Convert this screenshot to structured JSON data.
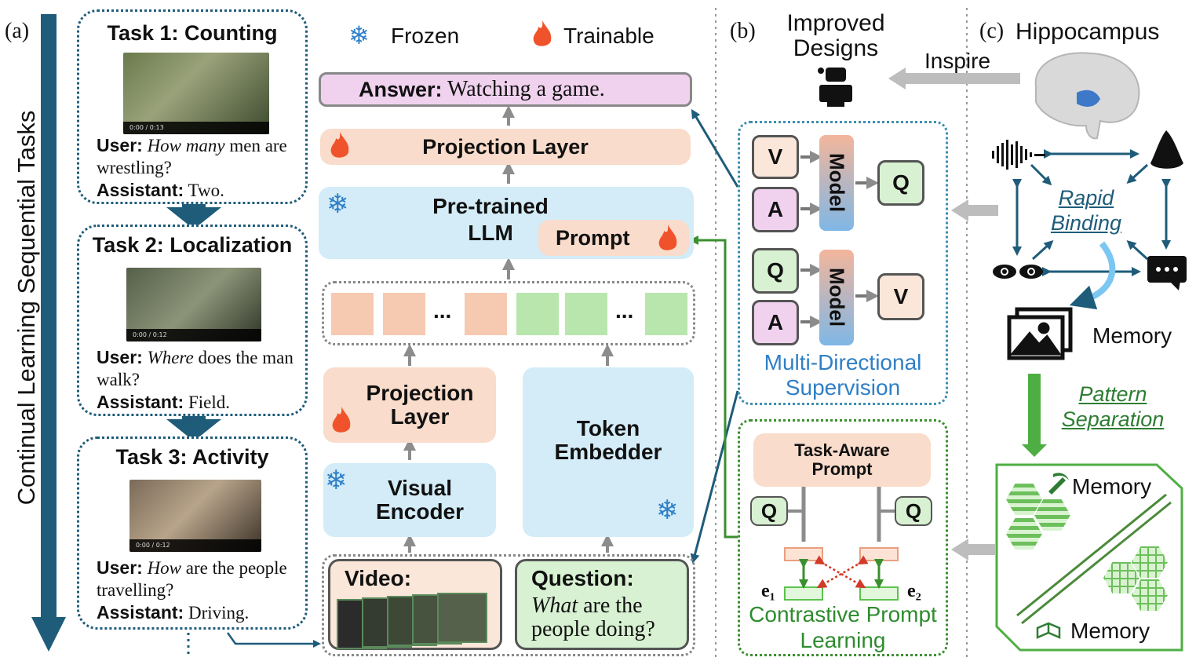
{
  "labels": {
    "a": "(a)",
    "b": "(b)",
    "c": "(c)"
  },
  "sidebar": {
    "title": "Continual Learning Sequential Tasks"
  },
  "tasks": [
    {
      "title": "Task 1: Counting",
      "timestamp": "0:00 / 0:13",
      "user_label": "User:",
      "user_em": "How many",
      "user_rest": " men are wrestling?",
      "assistant_label": "Assistant:",
      "assistant_text": " Two."
    },
    {
      "title": "Task 2: Localization",
      "timestamp": "0:00 / 0:12",
      "user_label": "User:",
      "user_em": "Where",
      "user_rest": " does the man walk?",
      "assistant_label": "Assistant:",
      "assistant_text": " Field."
    },
    {
      "title": "Task 3: Activity",
      "timestamp": "0:00 / 0:12",
      "user_label": "User:",
      "user_em": "How",
      "user_rest": " are the people travelling?",
      "assistant_label": "Assistant:",
      "assistant_text": " Driving."
    }
  ],
  "legend": {
    "frozen": "Frozen",
    "trainable": "Trainable"
  },
  "pipeline": {
    "answer_label": "Answer:",
    "answer_text": " Watching a game.",
    "projection_top": "Projection Layer",
    "llm": "Pre-trained LLM",
    "prompt": "Prompt",
    "ellipsis": "...",
    "projection_left": "Projection Layer",
    "visual_encoder": "Visual Encoder",
    "token_embedder": "Token Embedder",
    "video_label": "Video:",
    "question_label": "Question:",
    "question_em": "What",
    "question_rest": " are the people doing?"
  },
  "improved": {
    "title": "Improved Designs",
    "inspire": "Inspire",
    "v": "V",
    "a": "A",
    "q": "Q",
    "model": "Model",
    "mds": "Multi-Directional Supervision",
    "task_aware": "Task-Aware Prompt",
    "e1": "e₁",
    "e2": "e₂",
    "cpl": "Contrastive Prompt Learning"
  },
  "hippocampus": {
    "title": "Hippocampus",
    "rapid_binding": "Rapid Binding",
    "memory": "Memory",
    "pattern_separation": "Pattern Separation",
    "memory_a": "Memory",
    "memory_b": "Memory"
  },
  "colors": {
    "dark_blue": "#1f5c7a",
    "arrow_gray": "#8c8c8c",
    "green_arrow": "#3a8f2e",
    "flame": "#f0532b",
    "snow": "#2f7fc6"
  }
}
